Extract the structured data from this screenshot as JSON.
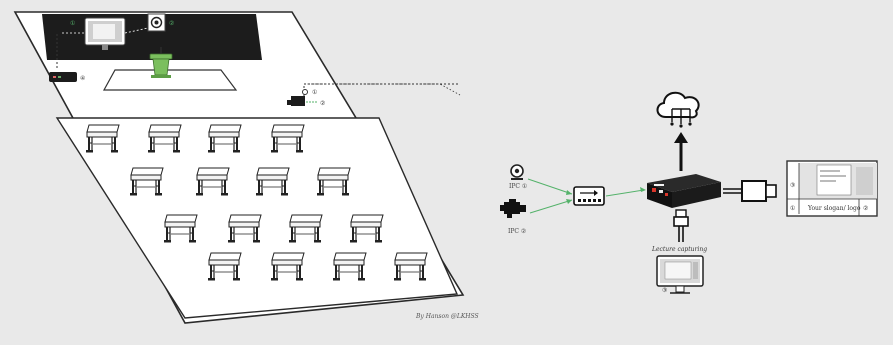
{
  "diagram": {
    "labels": {
      "ipc1": "IPC ①",
      "ipc2": "IPC ②",
      "lecture_capturing": "Lecture capturing",
      "slogan": "Your slogan/ logo",
      "display_num_1": "①",
      "display_num_2": "②",
      "display_num_3": "③",
      "monitor_num": "③",
      "credit": "By Hanson @LKHSS",
      "podium_num_1": "①",
      "podium_num_2": "②",
      "room_recorder_num": "④",
      "side_cam_1": "①",
      "side_cam_2": "②"
    },
    "icons": [
      "cloud-icon",
      "webcam-icon",
      "camcorder-icon",
      "network-switch-icon",
      "encoder-box-icon",
      "hdmi-plug-icon",
      "monitor-icon",
      "podium-icon",
      "desk-icon"
    ],
    "colors": {
      "board": "#1c1c1c",
      "podium": "#7bbf5e",
      "link_green": "#54b26a",
      "outline": "#222222"
    }
  }
}
